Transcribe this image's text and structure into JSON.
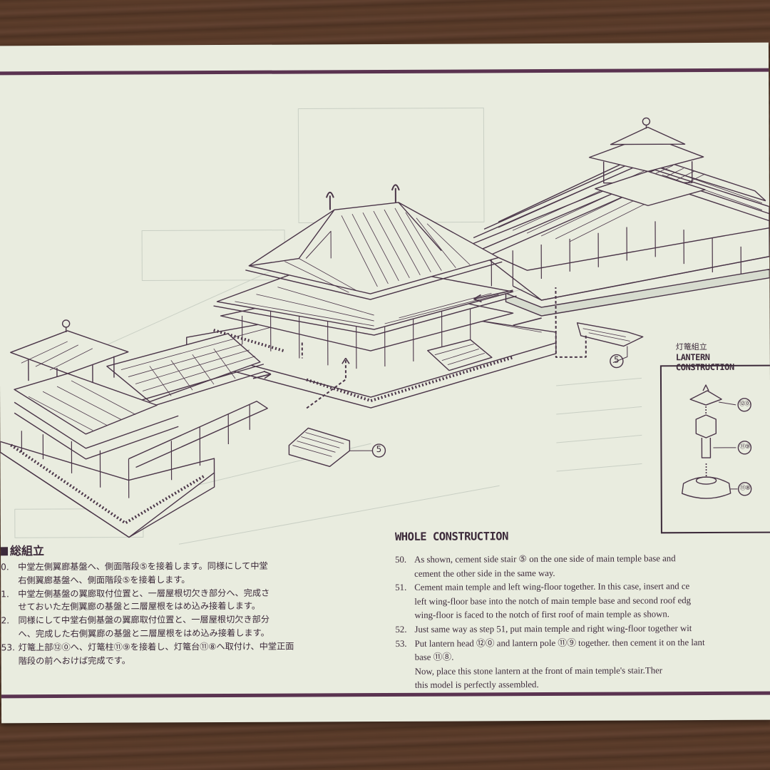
{
  "lantern": {
    "title_jp": "灯篭組立",
    "title_en": "LANTERN CONSTRUCTION",
    "parts": [
      "⑫⓪",
      "⑪⑨",
      "⑪⑧"
    ]
  },
  "callouts": {
    "stair_a": "5",
    "stair_b": "5"
  },
  "japanese": {
    "heading": "総組立",
    "steps": [
      {
        "num": "0.",
        "lines": [
          "中堂左側翼廊基盤へ、側面階段⑤を接着します。同様にして中堂",
          "右側翼廊基盤へ、側面階段⑤を接着します。"
        ]
      },
      {
        "num": "1.",
        "lines": [
          "中堂左側基盤の翼廊取付位置と、一層屋根切欠き部分へ、完成さ",
          "せておいた左側翼廊の基盤と二層屋根をはめ込み接着します。"
        ]
      },
      {
        "num": "2.",
        "lines": [
          "同様にして中堂右側基盤の翼廊取付位置と、一層屋根切欠き部分",
          "へ、完成した右側翼廊の基盤と二層屋根をはめ込み接着します。"
        ]
      },
      {
        "num": "53.",
        "lines": [
          "灯篭上部⑫⓪へ、灯篭柱⑪⑨を接着し、灯篭台⑪⑧へ取付け、中堂正面",
          "階段の前へおけば完成です。"
        ]
      }
    ]
  },
  "english": {
    "heading": "WHOLE CONSTRUCTION",
    "steps": [
      {
        "num": "50.",
        "lines": [
          "As shown, cement side stair ⑤ on the one side of main temple base and",
          "cement the other side in the same way."
        ]
      },
      {
        "num": "51.",
        "lines": [
          "Cement main temple and left wing-floor together. In this case, insert and ce",
          "left wing-floor base into the notch of main temple base and second roof edg",
          "wing-floor is faced to the notch of first roof of main temple as shown."
        ]
      },
      {
        "num": "52.",
        "lines": [
          "Just same way as step 51, put main temple and right wing-floor together wit"
        ]
      },
      {
        "num": "53.",
        "lines": [
          "Put lantern head ⑫⓪ and lantern pole ⑪⑨ together. then cement it on the lant",
          "base ⑪⑧.",
          "Now, place this stone lantern at the front of main temple's stair.Ther",
          "this model is perfectly assembled."
        ]
      }
    ]
  }
}
